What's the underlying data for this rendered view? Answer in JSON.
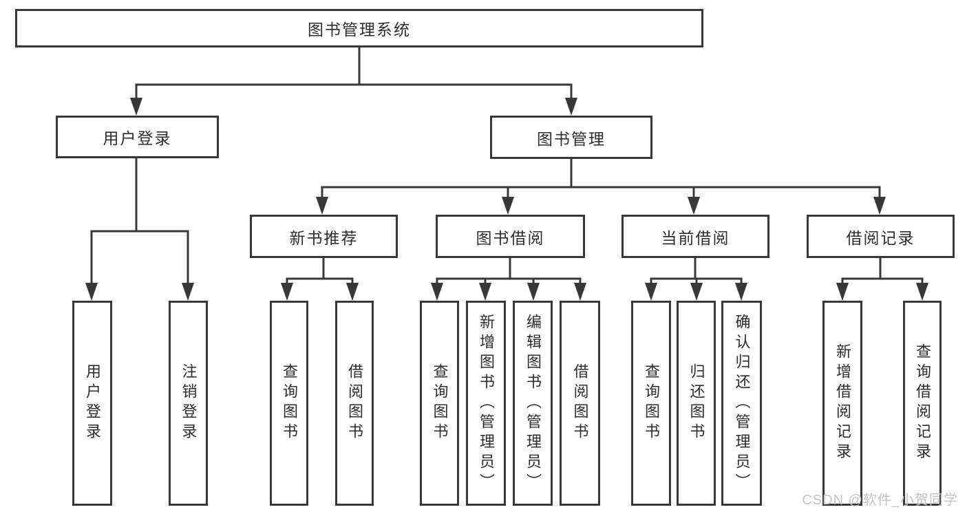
{
  "diagram": {
    "root": {
      "label": "图书管理系统"
    },
    "level2": [
      {
        "label": "用户登录",
        "children": [
          "用户登录",
          "注销登录"
        ]
      },
      {
        "label": "图书管理",
        "subnodes": [
          {
            "label": "新书推荐",
            "children": [
              "查询图书",
              "借阅图书"
            ]
          },
          {
            "label": "图书借阅",
            "children": [
              "查询图书",
              "新增图书（管理员）",
              "编辑图书（管理员）",
              "借阅图书"
            ]
          },
          {
            "label": "当前借阅",
            "children": [
              "查询图书",
              "归还图书",
              "确认归还（管理员）"
            ]
          },
          {
            "label": "借阅记录",
            "children": [
              "新增借阅记录",
              "查询借阅记录"
            ]
          }
        ]
      }
    ]
  },
  "watermark": {
    "text": "CSDN @软件_小贺同学"
  },
  "colors": {
    "line": "#383838",
    "box_border": "#373737",
    "text": "#2d2d2d",
    "watermark": "#c3c3c3",
    "background": "#ffffff"
  }
}
